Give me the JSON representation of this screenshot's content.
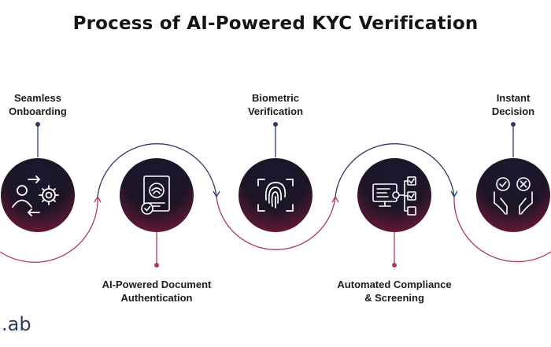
{
  "title": "Process of AI-Powered KYC Verification",
  "steps": [
    {
      "line1": "Seamless",
      "line2": "Onboarding",
      "icon": "user-gears-icon"
    },
    {
      "line1": "AI-Powered Document",
      "line2": "Authentication",
      "icon": "document-check-icon"
    },
    {
      "line1": "Biometric",
      "line2": "Verification",
      "icon": "fingerprint-icon"
    },
    {
      "line1": "Automated Compliance",
      "line2": "& Screening",
      "icon": "monitor-checklist-icon"
    },
    {
      "line1": "Instant",
      "line2": "Decision",
      "icon": "hands-decision-icon"
    }
  ],
  "brand": ".ab",
  "colors": {
    "circle_dark": "#18162a",
    "circle_accent": "#7a1a3c",
    "connector_blue": "#2d3e62",
    "connector_red": "#b03a52",
    "text": "#1c1c1c"
  }
}
